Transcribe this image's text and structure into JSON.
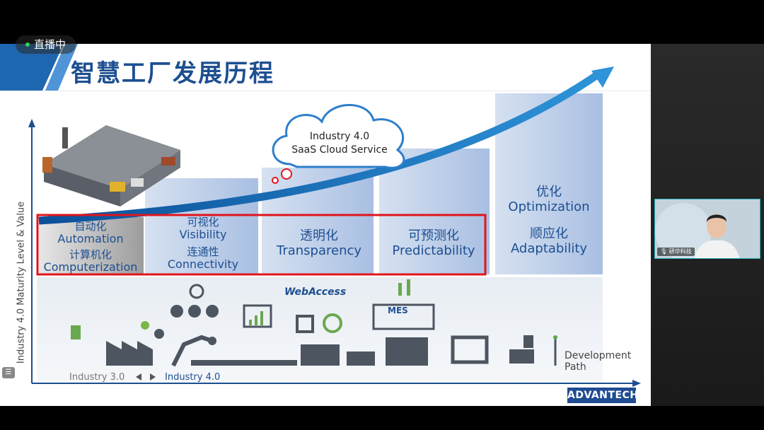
{
  "live_status": {
    "label": "直播中"
  },
  "slide": {
    "title": "智慧工厂发展历程",
    "cloud": {
      "line1": "Industry 4.0",
      "line2": "SaaS Cloud Service"
    },
    "y_axis_label": "Industry 4.0 Maturity Level & Value",
    "columns": [
      {
        "cn_top": "自动化",
        "en_top": "Automation",
        "cn_bottom": "计算机化",
        "en_bottom": "Computerization"
      },
      {
        "cn_top": "可视化",
        "en_top": "Visibility",
        "cn_bottom": "连通性",
        "en_bottom": "Connectivity"
      },
      {
        "cn": "透明化",
        "en": "Transparency"
      },
      {
        "cn": "可预测化",
        "en": "Predictability"
      },
      {
        "cn_top": "优化",
        "en_top": "Optimization",
        "cn_bottom": "顺应化",
        "en_bottom": "Adaptability"
      }
    ],
    "webaccess_label": "WebAccess",
    "mes_label": "MES",
    "development_path": "Development Path",
    "industry_3": "Industry 3.0",
    "industry_4": "Industry 4.0",
    "logo": "ADVANTECH"
  },
  "webcam": {
    "name": "研华科技"
  },
  "colors": {
    "brand_blue": "#1d4f91",
    "highlight_red": "#e0151c",
    "arrow_blue": "#1f78c1"
  }
}
